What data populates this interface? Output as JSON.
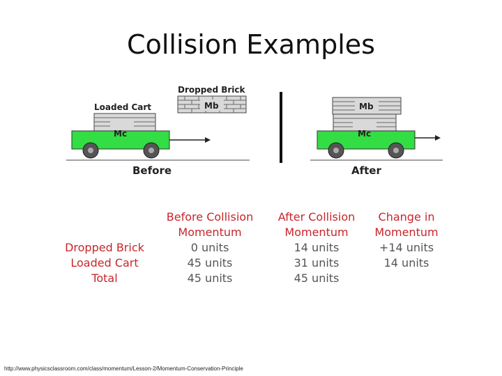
{
  "title": "Collision Examples",
  "diagram": {
    "dropped_brick_label": "Dropped Brick",
    "loaded_cart_label": "Loaded Cart",
    "brick_mass_label": "Mb",
    "cart_mass_label": "Mc",
    "before_label": "Before",
    "after_label": "After",
    "cart_color": "#33dd44",
    "brick_color": "#cccccc"
  },
  "table": {
    "headers": {
      "before": [
        "Before Collision",
        "Momentum"
      ],
      "after": [
        "After Collision",
        "Momentum"
      ],
      "change": [
        "Change in",
        "Momentum"
      ]
    },
    "rows": [
      {
        "label": "Dropped Brick",
        "before": "0 units",
        "after": "14 units",
        "change": "+14 units"
      },
      {
        "label": "Loaded Cart",
        "before": "45 units",
        "after": "31 units",
        "change": "14 units"
      },
      {
        "label": "Total",
        "before": "45 units",
        "after": "45 units",
        "change": ""
      }
    ],
    "accent_color": "#c8252c",
    "value_color": "#555555"
  },
  "footer": "http://www.physicsclassroom.com/class/momentum/Lesson-2/Momentum-Conservation-Principle"
}
